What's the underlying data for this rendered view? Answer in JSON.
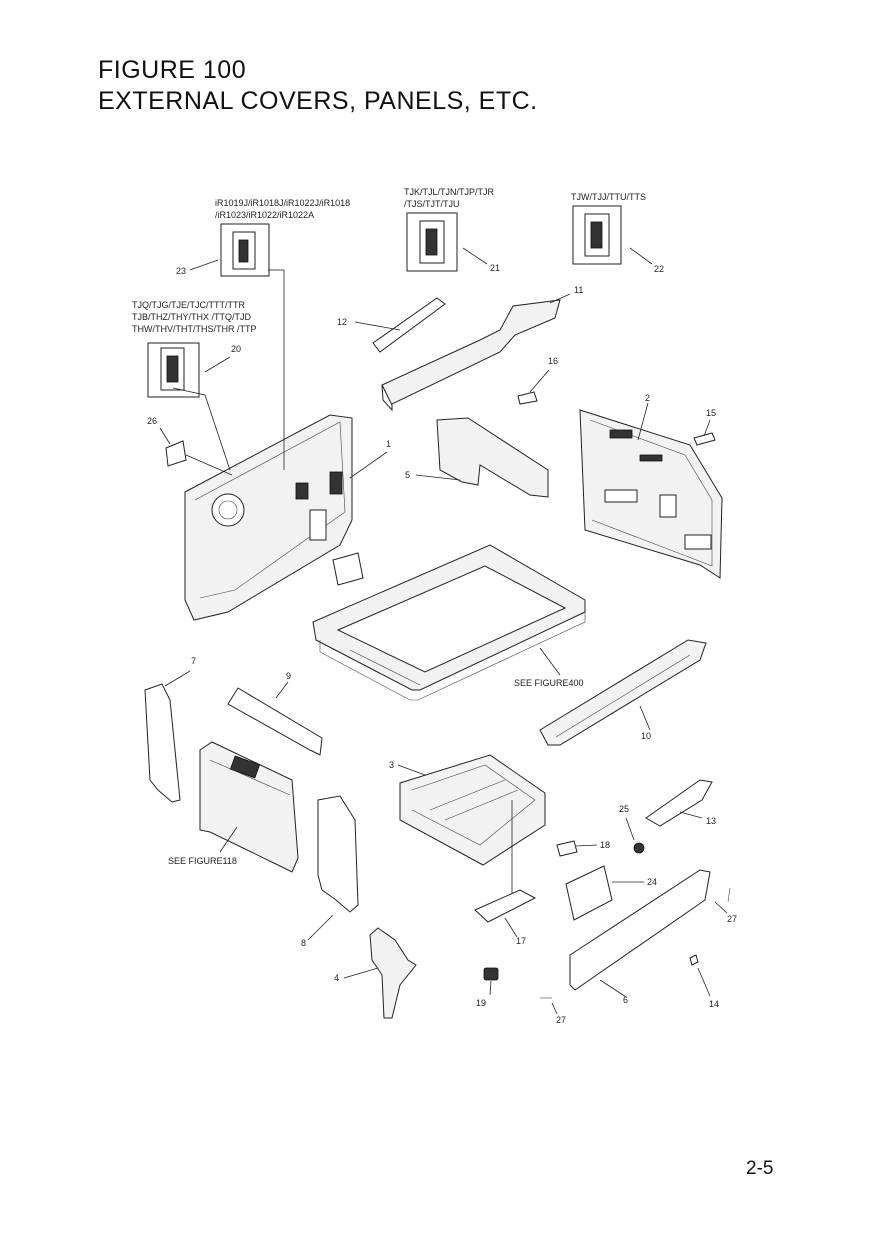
{
  "header": {
    "figure": "FIGURE 100",
    "subtitle": "EXTERNAL COVERS, PANELS, ETC."
  },
  "notes": {
    "n23a": "iR1019J/iR1018J/iR1022J/iR1018",
    "n23b": "/iR1023/iR1022/iR1022A",
    "n21a": "TJK/TJL/TJN/TJP/TJR",
    "n21b": "/TJS/TJT/TJU",
    "n22": "TJW/TJJ/TTU/TTS",
    "n20a": "TJQ/TJG/TJE/TJC/TTT/TTR",
    "n20b": "TJB/THZ/THY/THX /TTQ/TJD",
    "n20c": "THW/THV/THT/THS/THR /TTP",
    "see400": "SEE FIGURE400",
    "see118": "SEE FIGURE118"
  },
  "callouts": {
    "c1": "1",
    "c2": "2",
    "c3": "3",
    "c4": "4",
    "c5": "5",
    "c6": "6",
    "c7": "7",
    "c8": "8",
    "c9": "9",
    "c10": "10",
    "c11": "11",
    "c12": "12",
    "c13": "13",
    "c14": "14",
    "c15": "15",
    "c16": "16",
    "c17": "17",
    "c18": "18",
    "c19": "19",
    "c20": "20",
    "c21": "21",
    "c22": "22",
    "c23": "23",
    "c24": "24",
    "c25": "25",
    "c26": "26",
    "c27a": "27",
    "c27b": "27"
  },
  "footer": {
    "page": "2-5"
  }
}
